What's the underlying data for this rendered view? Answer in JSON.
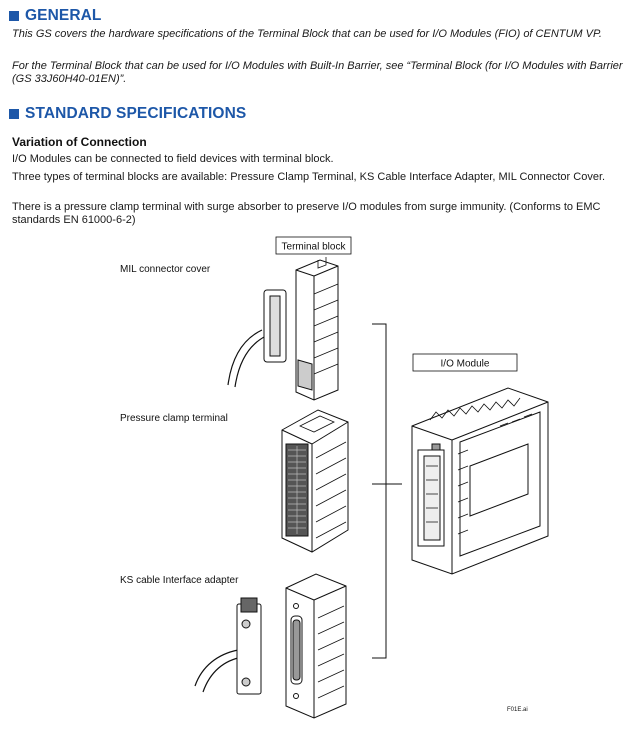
{
  "general": {
    "heading": "GENERAL",
    "paragraphs": [
      "This GS covers the hardware specifications of the Terminal Block that can be used for I/O Modules (FIO) of CENTUM VP.",
      "For the Terminal Block that can be used for I/O Modules with Built-In Barrier, see “Terminal Block (for I/O Modules with Barrier (GS 33J60H40-01EN)”."
    ]
  },
  "standard": {
    "heading": "STANDARD SPECIFICATIONS",
    "subheading": "Variation of Connection",
    "paragraphs": [
      "I/O Modules can be connected to field devices with terminal block.",
      "Three types of terminal blocks are available: Pressure Clamp Terminal, KS Cable Interface Adapter, MIL Connector Cover.",
      "There is a pressure clamp terminal with surge absorber to preserve I/O modules from surge immunity.  (Conforms to EMC standards EN 61000-6-2)"
    ]
  },
  "figure": {
    "terminal_block_box": "Terminal block",
    "io_module_box": "I/O Module",
    "mil_label": "MIL connector cover",
    "pressure_label": "Pressure clamp terminal",
    "ks_label": "KS cable Interface adapter",
    "figure_id": "F01E.ai",
    "icons": [
      "mil-connector-cover-drawing",
      "pressure-clamp-terminal-drawing",
      "ks-cable-adapter-drawing",
      "io-module-drawing"
    ]
  }
}
